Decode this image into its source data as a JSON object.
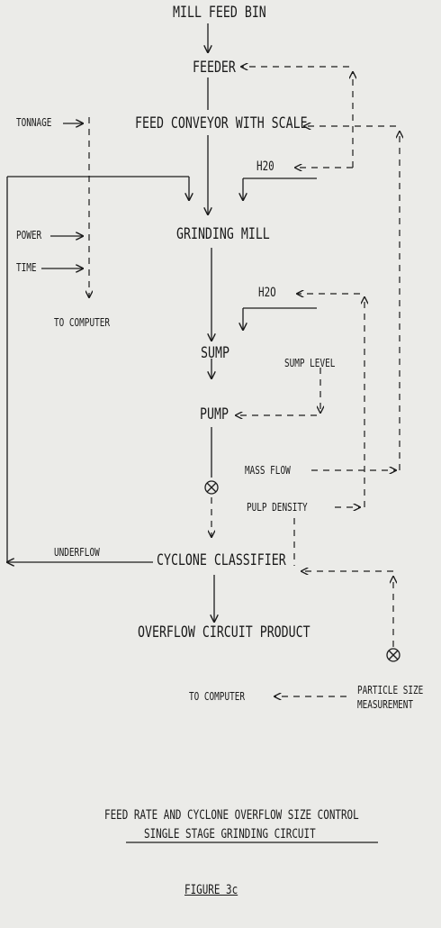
{
  "diagram": {
    "nodes": {
      "mill_feed_bin": "MILL FEED BIN",
      "feeder": "FEEDER",
      "feed_conveyor": "FEED CONVEYOR WITH SCALE",
      "h2o_top": "H20",
      "grinding_mill": "GRINDING MILL",
      "h2o_mid": "H2O",
      "sump": "SUMP",
      "pump": "PUMP",
      "sump_level": "SUMP LEVEL",
      "mass_flow": "MASS FLOW",
      "pulp_density": "PULP DENSITY",
      "cyclone": "CYCLONE CLASSIFIER",
      "overflow_product": "OVERFLOW CIRCUIT PRODUCT",
      "tonnage": "TONNAGE",
      "power": "POWER",
      "time": "TIME",
      "to_computer_left": "TO COMPUTER",
      "underflow": "UNDERFLOW",
      "to_computer_bottom": "TO COMPUTER",
      "particle_size_line1": "PARTICLE SIZE",
      "particle_size_line2": "MEASUREMENT"
    },
    "caption": {
      "line1": "FEED RATE AND CYCLONE OVERFLOW SIZE CONTROL",
      "line2": "SINGLE STAGE GRINDING CIRCUIT",
      "figure": "FIGURE 3c"
    }
  }
}
